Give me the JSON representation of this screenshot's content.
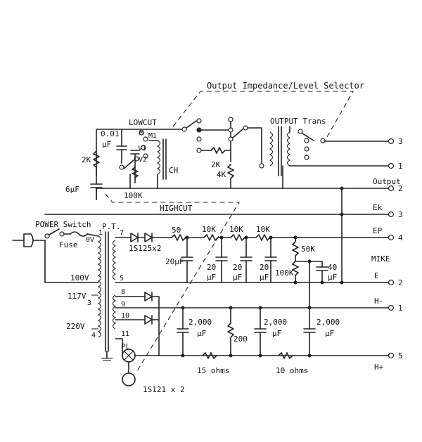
{
  "title": "Output Impedance/Level Selector",
  "labels": {
    "lowcut": "LOWCUT",
    "highcut": "HIGHCUT",
    "output_trans": "OUTPUT Trans",
    "power_switch": "POWER Switch",
    "fuse": "Fuse",
    "pt": "P.T.",
    "ch": "CH",
    "m": "M",
    "m1": "M1",
    "v1": "V1",
    "v2": "V2",
    "pl": "PL",
    "mike": "MIKE",
    "output": "Output",
    "rectifier1": "1S125x2",
    "rectifier2": "1S121 x 2"
  },
  "taps": {
    "ov": "0V",
    "v100": "100V",
    "v117": "117V",
    "v220": "220V",
    "n1": "1",
    "n3": "3",
    "n4": "4",
    "n5": "5",
    "n7": "7",
    "n8": "8",
    "n9": "9",
    "n10": "10",
    "n11": "11"
  },
  "components": {
    "c001": "0.01",
    "c001_unit": "μF",
    "r2k_left": "2K",
    "c6": "6μF",
    "r100k_lc": "100K",
    "r2k_sel": "2K",
    "r4k_sel": "4K",
    "r50": "50",
    "r10k_a": "10K",
    "r10k_b": "10K",
    "r10k_c": "10K",
    "c20_a": "20μF",
    "c20_b": "20",
    "c20_b_u": "μF",
    "c20_c": "20",
    "c20_c_u": "μF",
    "c20_d": "20",
    "c20_d_u": "μF",
    "r50k": "50K",
    "r100k": "100K",
    "c40": "40",
    "c40_u": "μF",
    "c2000_a": "2,000",
    "c2000_a_u": "μF",
    "r200": "200",
    "c2000_b": "2,000",
    "c2000_b_u": "μF",
    "c2000_c": "2,000",
    "c2000_c_u": "μF",
    "r15": "15 ohms",
    "r10ohm": "10 ohms"
  },
  "right_terminals": [
    {
      "label": "",
      "num": "3"
    },
    {
      "label": "",
      "num": "1"
    },
    {
      "label": "Output",
      "num": "2"
    },
    {
      "label": "Ek",
      "num": "3"
    },
    {
      "label": "EP",
      "num": "4"
    },
    {
      "label": "E",
      "num": "2"
    },
    {
      "label": "H-",
      "num": "1"
    },
    {
      "label": "H+",
      "num": "5"
    }
  ]
}
